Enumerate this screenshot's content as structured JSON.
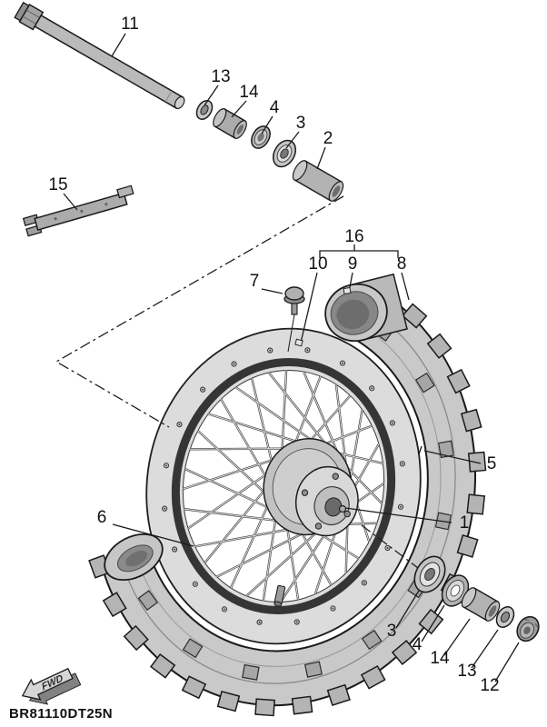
{
  "diagram": {
    "part_code": "BR81110DT25N",
    "fwd_label": "FWD",
    "ink_color": "#1a1a1a",
    "paper_color": "#ffffff"
  },
  "callouts": {
    "axle_bolt": "11",
    "washer_upper": "13",
    "collar_upper": "14",
    "oil_seal_upper": "4",
    "bearing_upper": "3",
    "hub_spacer": "2",
    "hose_guide": "15",
    "rim_lock_bolt": "7",
    "tube_assembly": "16",
    "rim_band": "10",
    "inner_tube": "9",
    "tire_flap": "8",
    "tire": "5",
    "front_wheel_hub": "1",
    "spoke_set": "6",
    "bearing_lower": "3",
    "oil_seal_lower": "4",
    "collar_lower": "14",
    "washer_lower": "13",
    "axle_nut": "12"
  }
}
